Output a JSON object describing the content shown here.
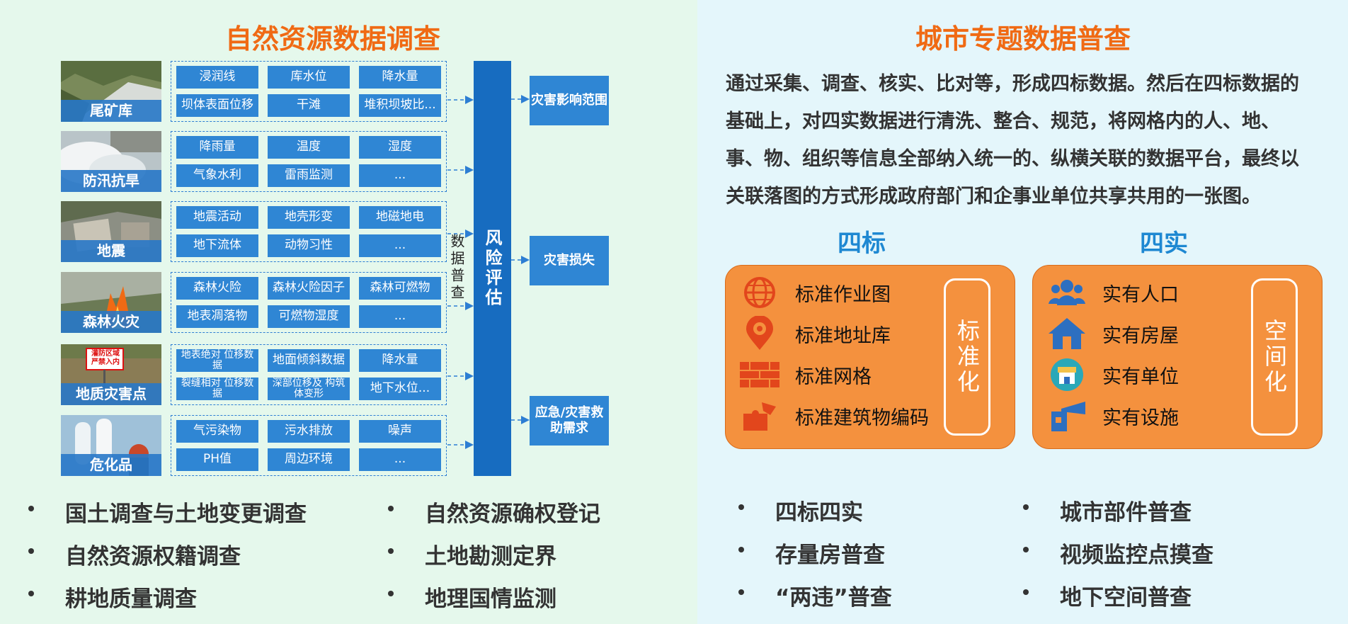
{
  "left": {
    "title": "自然资源数据调查",
    "rows": [
      {
        "caption": "尾矿库",
        "cells": [
          "浸润线",
          "库水位",
          "降水量",
          "坝体表面位移",
          "干滩",
          "堆积坝坡比..."
        ]
      },
      {
        "caption": "防汛抗旱",
        "cells": [
          "降雨量",
          "温度",
          "湿度",
          "气象水利",
          "雷雨监测",
          "..."
        ]
      },
      {
        "caption": "地震",
        "cells": [
          "地震活动",
          "地壳形变",
          "地磁地电",
          "地下流体",
          "动物习性",
          "..."
        ]
      },
      {
        "caption": "森林火灾",
        "cells": [
          "森林火险",
          "森林火险因子",
          "森林可燃物",
          "地表凋落物",
          "可燃物湿度",
          "..."
        ]
      },
      {
        "caption": "地质灾害点",
        "cells": [
          "地表绝对 位移数据",
          "地面倾斜数据",
          "降水量",
          "裂缝相对 位移数据",
          "深部位移及 构筑体变形",
          "地下水位..."
        ]
      },
      {
        "caption": "危化品",
        "cells": [
          "气污染物",
          "污水排放",
          "噪声",
          "PH值",
          "周边环境",
          "..."
        ]
      }
    ],
    "photo_sign_text": "灌防区域 严禁入内",
    "survey_label": "数据普查",
    "risk_label": "风险评估",
    "outputs": [
      "灾害影响范围",
      "灾害损失",
      "应急/灾害救助需求"
    ],
    "bullets": [
      "国土调查与土地变更调查",
      "自然资源确权登记",
      "自然资源权籍调查",
      "土地勘测定界",
      "耕地质量调查",
      "地理国情监测"
    ]
  },
  "right": {
    "title": "城市专题数据普查",
    "paragraph": "通过采集、调查、核实、比对等，形成四标数据。然后在四标数据的基础上，对四实数据进行清洗、整合、规范，将网格内的人、地、事、物、组织等信息全部纳入统一的、纵横关联的数据平台，最终以关联落图的方式形成政府部门和企事业单位共享共用的一张图。",
    "four_std": {
      "heading": "四标",
      "side_label": "标准化",
      "items": [
        {
          "icon": "globe-icon",
          "label": "标准作业图"
        },
        {
          "icon": "location-gear-icon",
          "label": "标准地址库"
        },
        {
          "icon": "brick-grid-icon",
          "label": "标准网格"
        },
        {
          "icon": "building-puzzle-icon",
          "label": "标准建筑物编码"
        }
      ]
    },
    "four_real": {
      "heading": "四实",
      "side_label": "空间化",
      "items": [
        {
          "icon": "people-icon",
          "label": "实有人口"
        },
        {
          "icon": "house-icon",
          "label": "实有房屋"
        },
        {
          "icon": "shop-icon",
          "label": "实有单位"
        },
        {
          "icon": "facility-icon",
          "label": "实有设施"
        }
      ]
    },
    "bullets": [
      "四标四实",
      "城市部件普查",
      "存量房普查",
      "视频监控点摸查",
      "“两违”普查",
      "地下空间普查"
    ]
  },
  "colors": {
    "accent_orange": "#f06a14",
    "blue": "#2f86d4",
    "dark_blue": "#176cc0",
    "box_orange": "#f4913e"
  }
}
